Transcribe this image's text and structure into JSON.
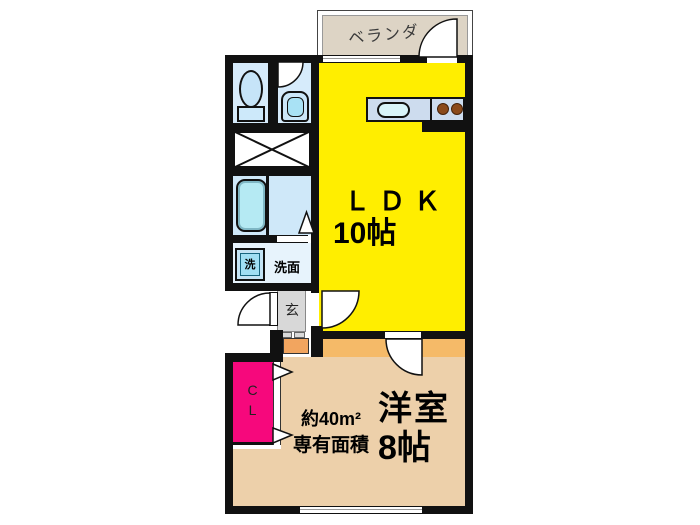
{
  "plan": {
    "type": "japanese-apartment-floor-plan",
    "balcony": {
      "label": "ベランダ"
    },
    "ldk": {
      "name": "ＬＤＫ",
      "size": "10帖"
    },
    "western_room": {
      "name": "洋室",
      "size": "8帖"
    },
    "area_note": {
      "line1": "約40m²",
      "line2": "専有面積"
    },
    "entrance": {
      "label": "玄"
    },
    "washroom": {
      "label": "洗面"
    },
    "washer": {
      "label": "洗"
    },
    "closet": {
      "letters": [
        "C",
        "L"
      ]
    },
    "colors": {
      "ldk_yellow": "#ffee00",
      "western_tan": "#edd0aa",
      "hall_orange": "#f5ba68",
      "step_orange": "#f2a55f",
      "closet_pink": "#f6087c",
      "wet_room_blue": "#cfe8f9",
      "washroom_blue": "#e7f3fc",
      "genkan_gray": "#d8d8d8",
      "veranda_beige": "#ddd4c5",
      "wall_black": "#111111"
    }
  }
}
